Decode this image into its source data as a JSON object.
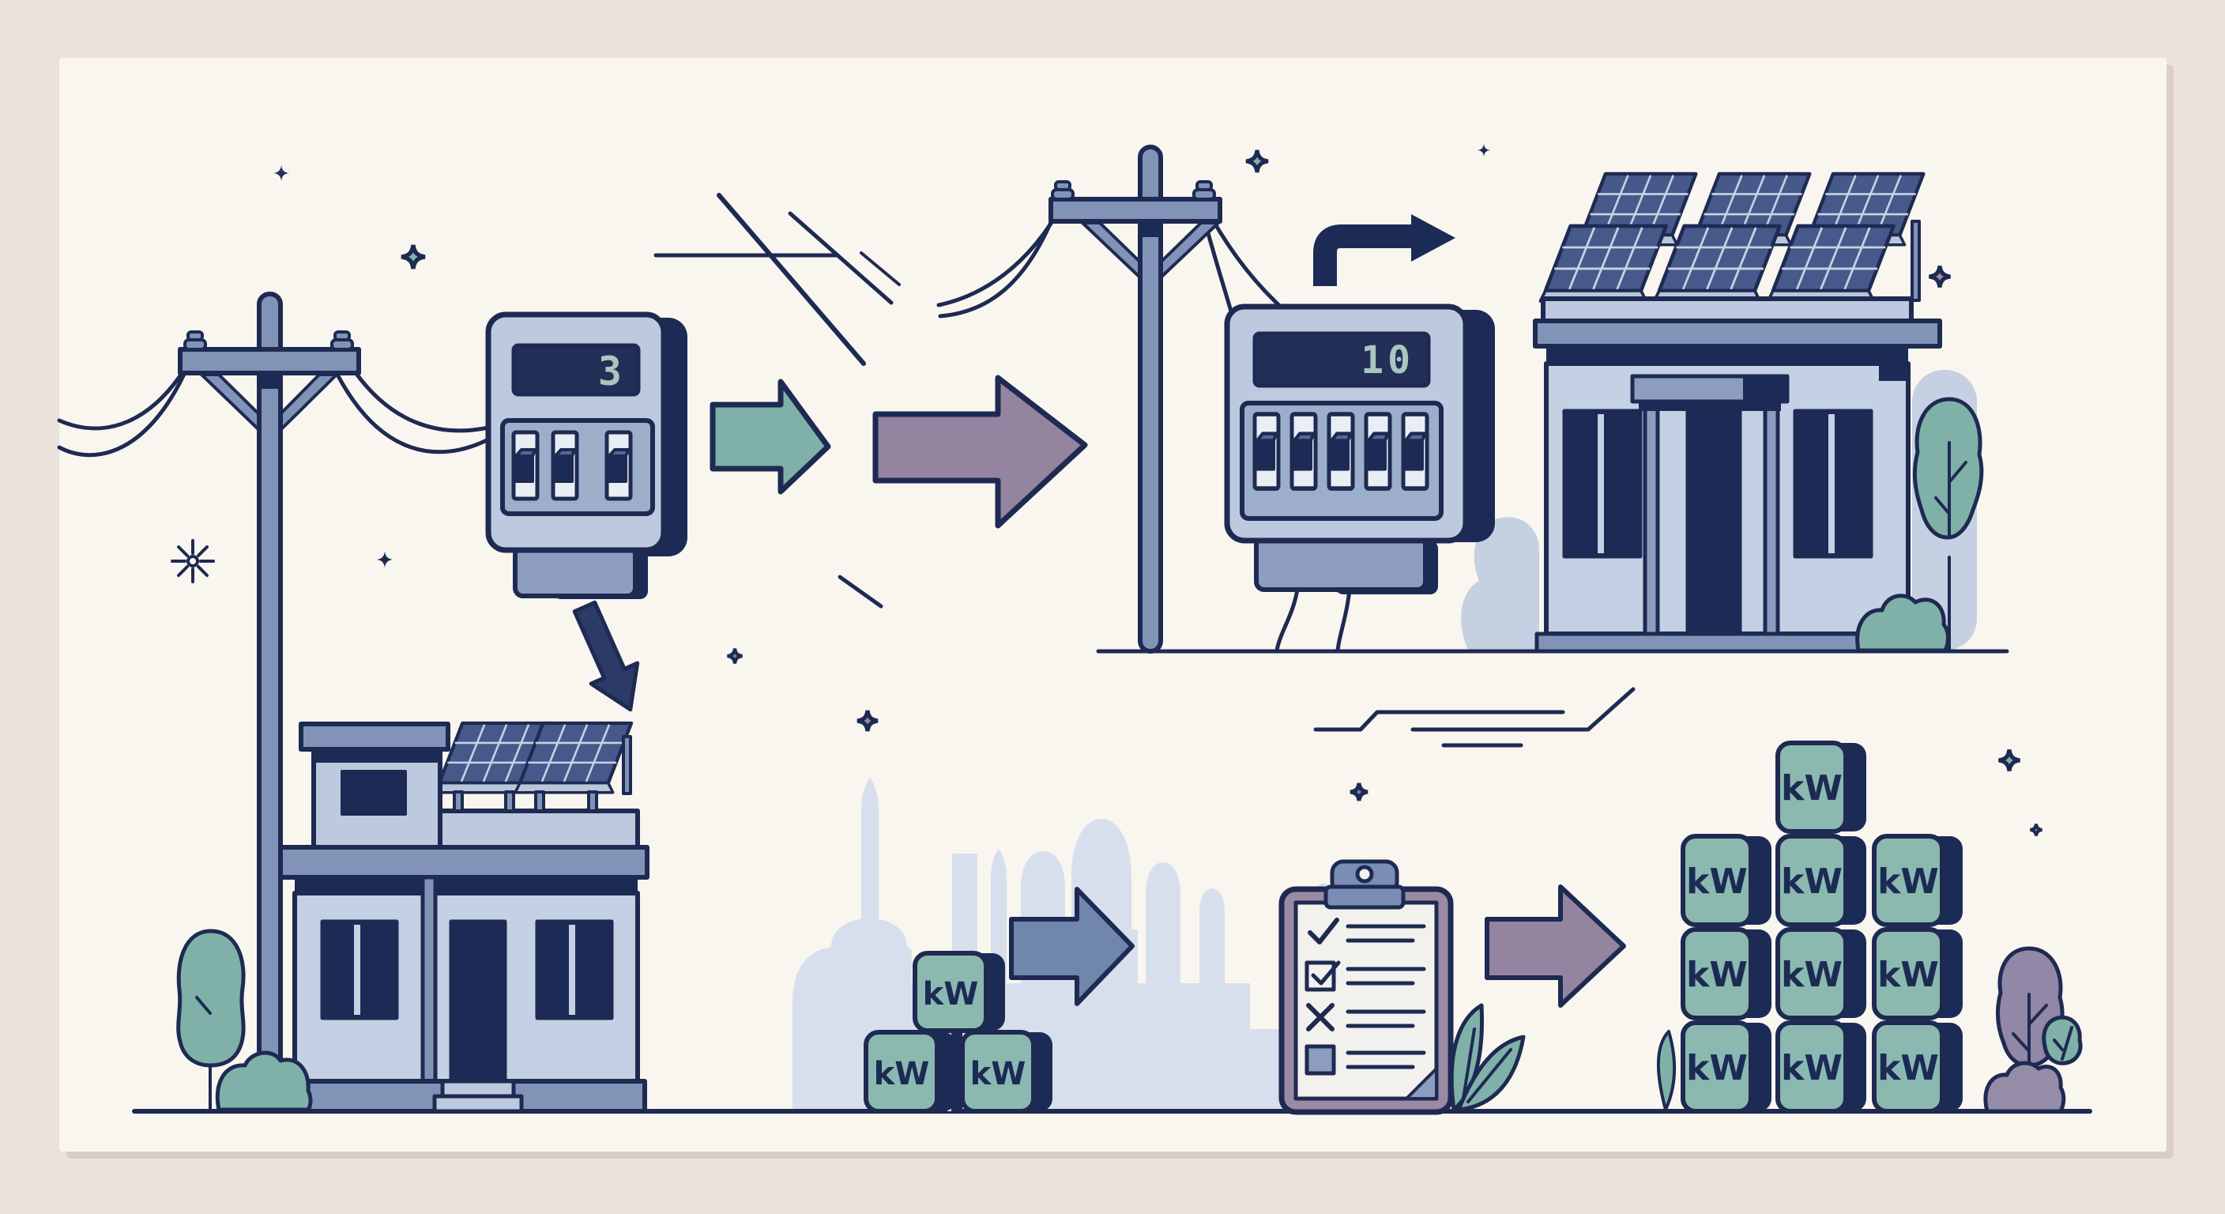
{
  "diagram": {
    "title_hint": "solar-net-metering-upgrade-illustration",
    "grid_meter": {
      "reading": "3"
    },
    "upgraded_meter": {
      "reading": "10"
    },
    "kw_pyramid": {
      "blocks": [
        "kW",
        "kW",
        "kW"
      ]
    },
    "kw_stacks": {
      "left": [
        "kW",
        "kW",
        "kW"
      ],
      "middle": [
        "kW",
        "kW",
        "kW",
        "kW"
      ],
      "right": [
        "kW",
        "kW",
        "kW"
      ]
    },
    "checklist": {
      "icons": [
        "check-icon",
        "checkbox-checked-icon",
        "cross-icon",
        "square-icon"
      ]
    },
    "colors": {
      "frame_beige": "#EBE2DC",
      "canvas_cream": "#F8F6EF",
      "outline_navy": "#1E2A52",
      "fill_navy": "#1C2B56",
      "steel_blue": "#8194B8",
      "meter_body_blue": "#BCC9DE",
      "wall_blue": "#C4D0E3",
      "accent_green": "#7FB1A8",
      "kw_green": "#8CB9AF",
      "accent_mauve": "#9A8AA3",
      "arrow_blue": "#7186AD",
      "skyline_silhouette": "#D8DFEC",
      "display_navy": "#232F56",
      "digit_green": "#A9C6BF"
    }
  }
}
